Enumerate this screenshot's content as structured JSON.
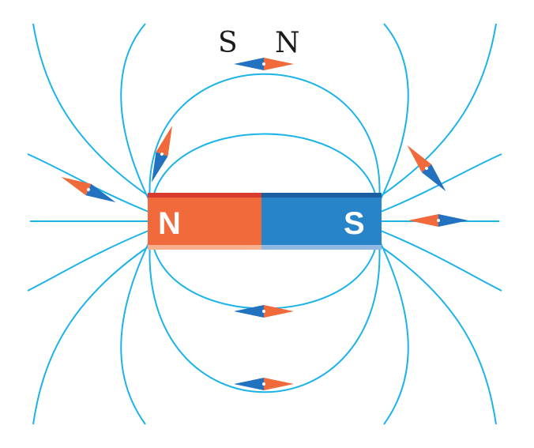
{
  "magnet": {
    "north_label": "N",
    "south_label": "S",
    "colors": {
      "north": "#f06a3c",
      "north_top": "#d93a2b",
      "north_bottom": "#f8b08e",
      "south": "#2784c8",
      "south_top": "#1a5fa0",
      "south_bottom": "#8fb8e2"
    }
  },
  "compass_key": {
    "south_label": "S",
    "north_label": "N"
  },
  "field_line_color": "#1bb3e8",
  "compass_colors": {
    "north": "#f06a3c",
    "south": "#2272c0",
    "pivot": "#ffffff"
  }
}
